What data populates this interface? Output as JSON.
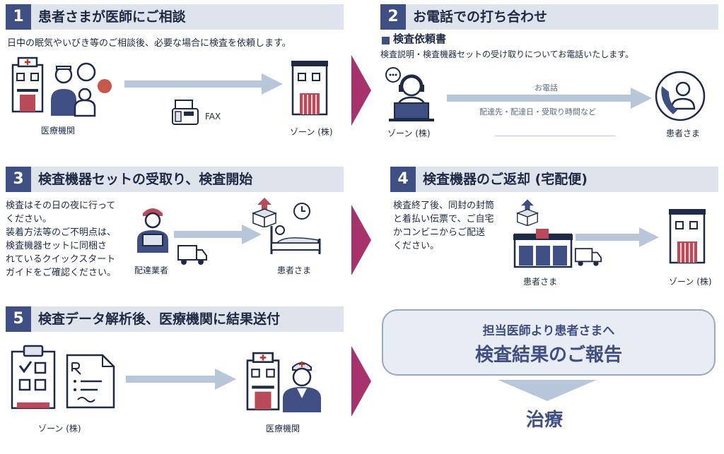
{
  "step1": {
    "num": "1",
    "title": "患者さまが医師にご相談",
    "desc": "日中の眠気やいびき等のご相談後、必要な場合に検査を依頼します。",
    "label_left": "医療機関",
    "label_fax": "FAX",
    "label_right": "ゾーン (株)"
  },
  "step2": {
    "num": "2",
    "title": "お電話での打ち合わせ",
    "subtitle": "検査依頼書",
    "desc": "検査説明・検査機器セットの受け取りについてお電話いたします。",
    "arrow_top": "お電話",
    "arrow_bottom": "配達先・配達日・受取り時間など",
    "label_left": "ゾーン (株)",
    "label_right": "患者さま"
  },
  "step3": {
    "num": "3",
    "title": "検査機器セットの受取り、検査開始",
    "desc": [
      "検査はその日の夜に行って",
      "ください。",
      "装着方法等のご不明点は、",
      "検査機器セットに同梱さ",
      "れているクイックスタート",
      "ガイドをご確認ください。"
    ],
    "label_left": "配達業者",
    "label_right": "患者さま"
  },
  "step4": {
    "num": "4",
    "title": "検査機器のご返却 (宅配便)",
    "desc": [
      "検査終了後、同封の封筒",
      "と着払い伝票で、ご自宅",
      "かコンビニからご配送",
      "ください。"
    ],
    "label_left": "患者さま",
    "label_right": "ゾーン (株)"
  },
  "step5": {
    "num": "5",
    "title": "検査データ解析後、医療機関に結果送付",
    "label_left": "ゾーン (株)",
    "label_right": "医療機関"
  },
  "result": {
    "line1": "担当医師より患者さまへ",
    "line2": "検査結果のご報告",
    "final": "治療"
  },
  "colors": {
    "navy": "#3f4f83",
    "header_bg": "#dfe3ec",
    "arrow": "#b8c6d9",
    "chevron": "#a8326b"
  }
}
